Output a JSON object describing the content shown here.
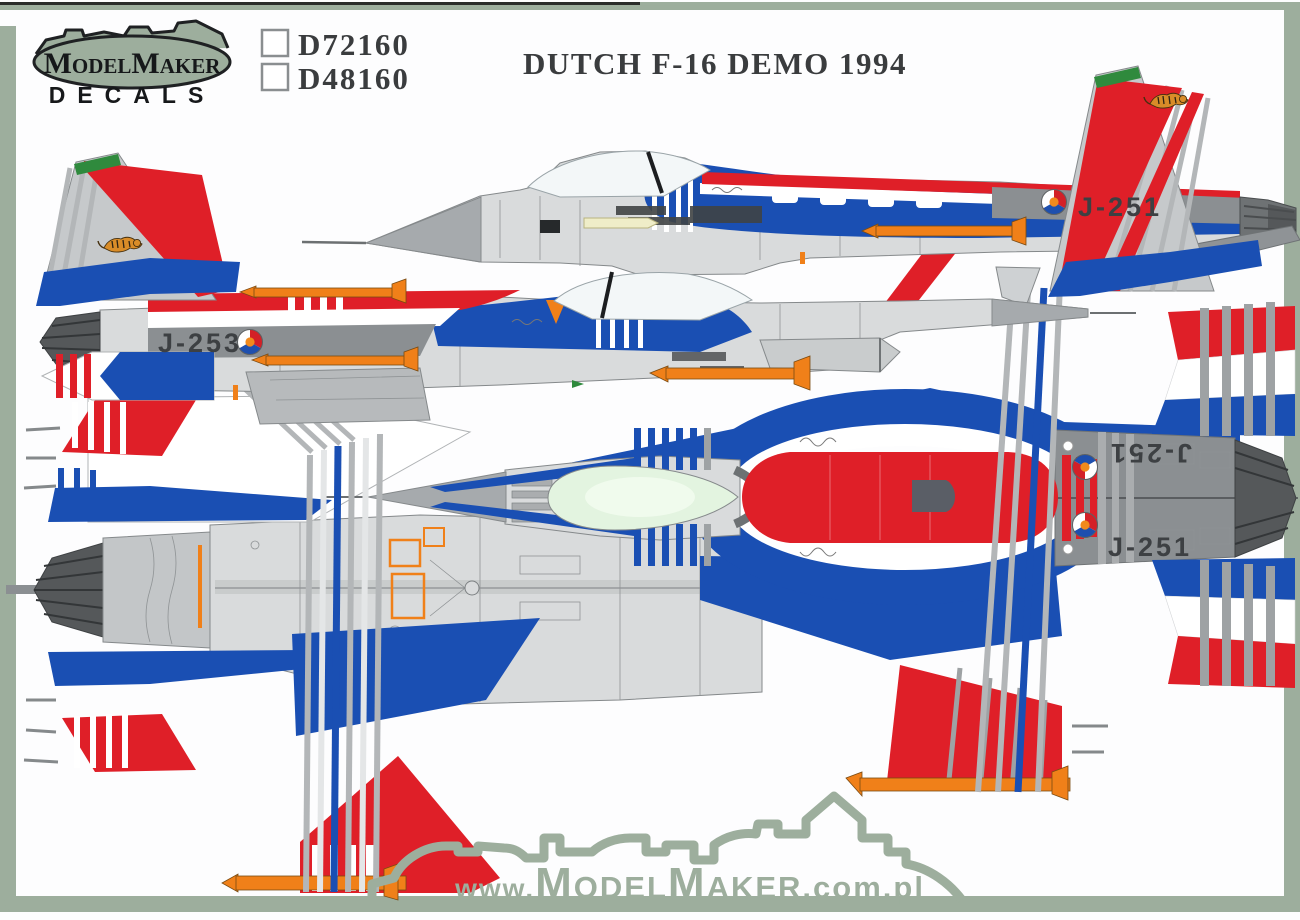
{
  "header": {
    "logo": {
      "brand_segments": {
        "m1": "M",
        "odel": "ODEL",
        "m2": "M",
        "aker": "AKER"
      },
      "subtitle": "DECALS"
    },
    "product_codes": [
      {
        "code": "D72160"
      },
      {
        "code": "D48160"
      }
    ],
    "title": "DUTCH F-16 DEMO 1994"
  },
  "aircraft": {
    "side_view_right": {
      "code": "J-251"
    },
    "side_view_left": {
      "code": "J-253"
    },
    "top_view": {
      "code_upper": "J-251",
      "code_lower": "J-251"
    }
  },
  "footer": {
    "website": {
      "www": "www.",
      "m1": "M",
      "odel": "ODEL",
      "m2": "M",
      "aker": "AKER",
      "tld": ".com.pl"
    }
  },
  "colors": {
    "red": "#df1f28",
    "blue": "#1a4fb3",
    "orange": "#f08019",
    "sage": "#9dae9d",
    "ink": "#1f2123",
    "title_gray": "#3a3c3e",
    "gray_light": "#d9dbdc",
    "gray_mid": "#a6aaad",
    "gray_band": "#8b8f92",
    "gray_dark": "#6e7274",
    "exhaust": "#55585a",
    "canopy_green": "#e3f4e0",
    "cream": "#efedc8",
    "green": "#2f8a3d"
  }
}
